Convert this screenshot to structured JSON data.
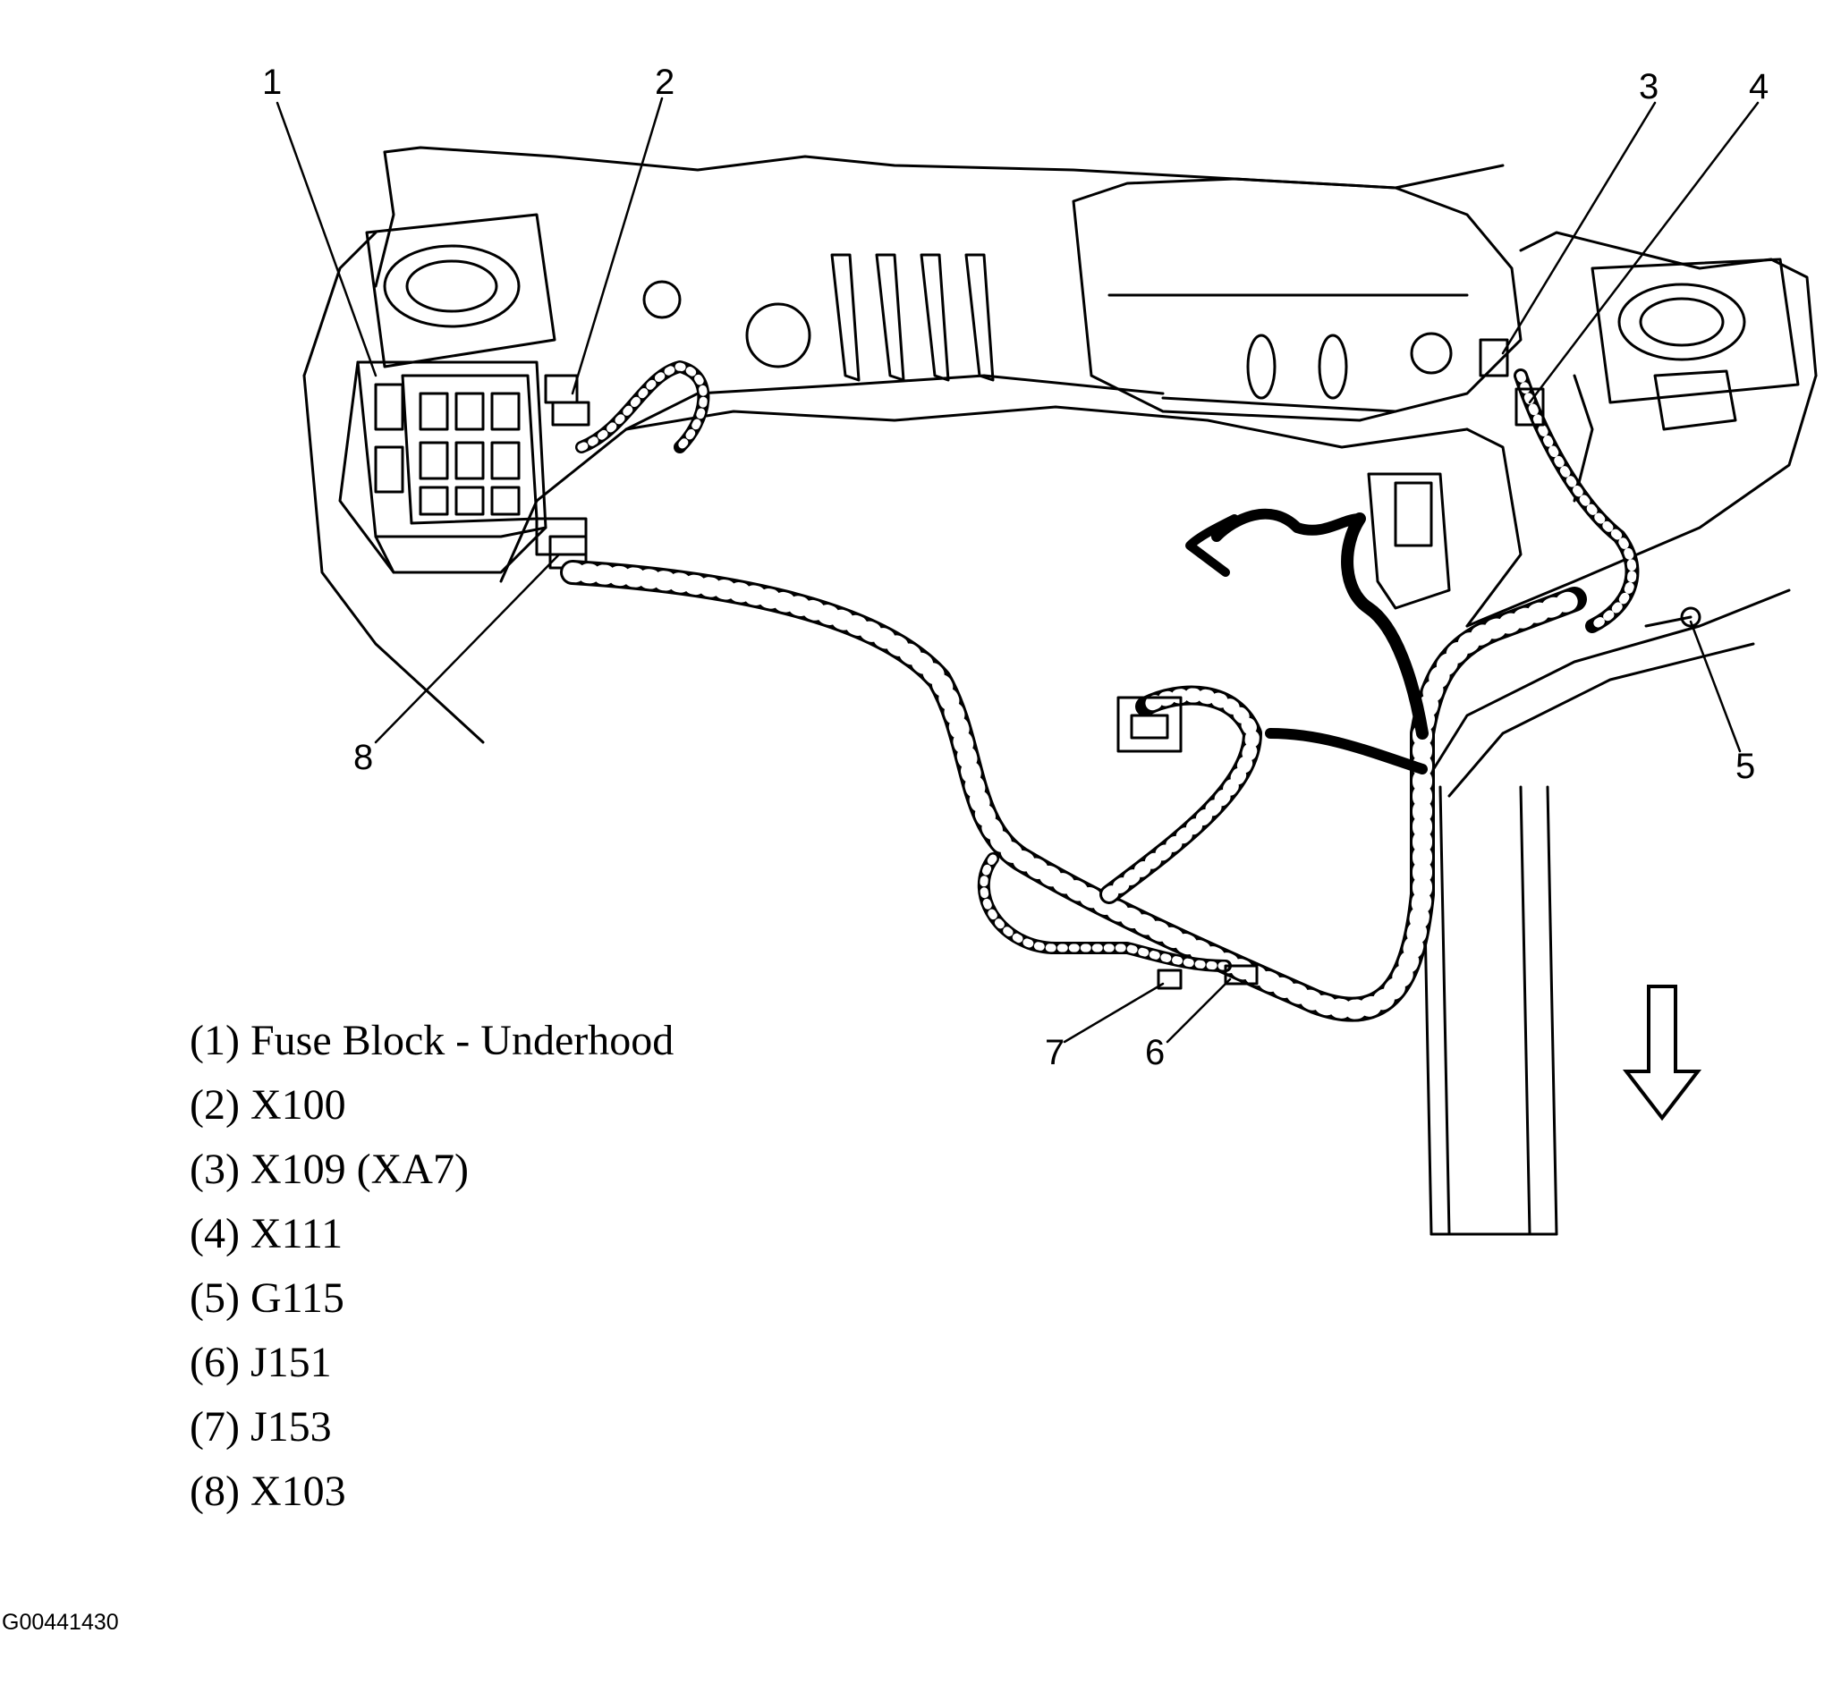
{
  "callouts": [
    {
      "num": "1"
    },
    {
      "num": "2"
    },
    {
      "num": "3"
    },
    {
      "num": "4"
    },
    {
      "num": "5"
    },
    {
      "num": "6"
    },
    {
      "num": "7"
    },
    {
      "num": "8"
    }
  ],
  "legend": [
    {
      "text": "(1) Fuse Block - Underhood"
    },
    {
      "text": "(2) X100"
    },
    {
      "text": "(3) X109 (XA7)"
    },
    {
      "text": "(4) X111"
    },
    {
      "text": "(5) G115"
    },
    {
      "text": "(6) J151"
    },
    {
      "text": "(7) J153"
    },
    {
      "text": "(8) X103"
    }
  ],
  "figure_id": "G00441430",
  "direction_indicator": "arrow-down-icon"
}
